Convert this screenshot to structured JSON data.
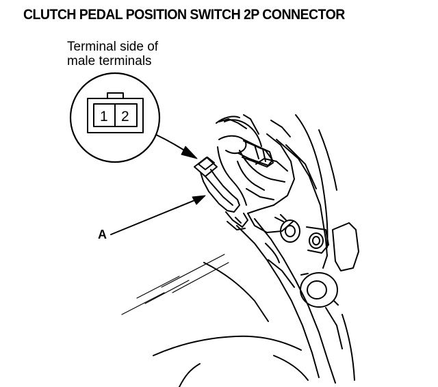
{
  "title": "CLUTCH PEDAL POSITION SWITCH 2P CONNECTOR",
  "callout": {
    "line1": "Terminal side of",
    "line2": "male terminals"
  },
  "connector": {
    "pin1": "1",
    "pin2": "2"
  },
  "label_a": "A"
}
